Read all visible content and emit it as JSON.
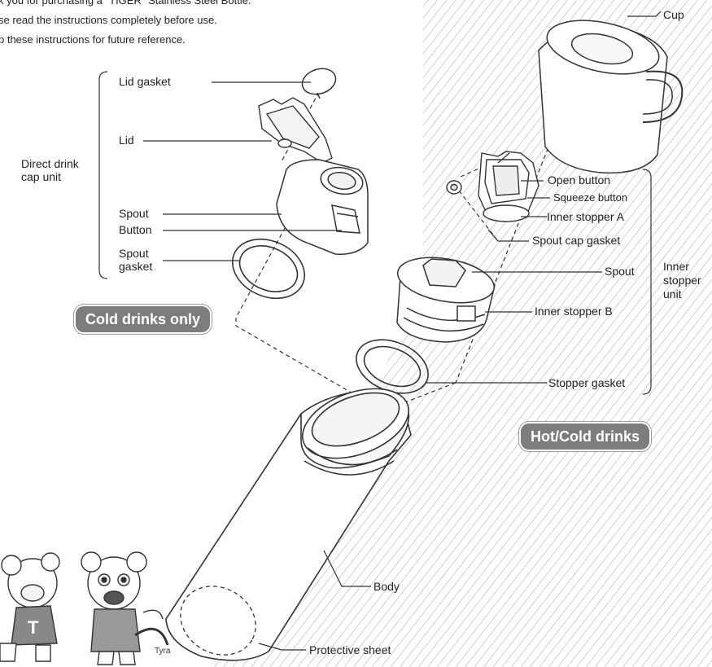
{
  "intro": [
    "k you for purchasing a \"TIGER\" Stainless Steel Bottle.",
    "se read the instructions completely before use.",
    "p these instructions for future reference."
  ],
  "labels": {
    "cup": "Cup",
    "lid_gasket": "Lid gasket",
    "lid": "Lid",
    "direct_drink_line1": "Direct drink",
    "direct_drink_line2": "cap unit",
    "spout_left": "Spout",
    "button": "Button",
    "spout_gasket_line1": "Spout",
    "spout_gasket_line2": "gasket",
    "open_button": "Open button",
    "squeeze_button": "Squeeze button",
    "inner_stopper_a": "Inner stopper A",
    "spout_cap_gasket": "Spout cap gasket",
    "spout_right": "Spout",
    "inner_stopper_b": "Inner stopper B",
    "stopper_gasket": "Stopper gasket",
    "inner_unit_line1": "Inner",
    "inner_unit_line2": "stopper",
    "inner_unit_line3": "unit",
    "body": "Body",
    "protective_sheet": "Protective sheet",
    "mascot_name": "Tyra"
  },
  "badges": {
    "cold_only": "Cold drinks only",
    "hot_cold": "Hot/Cold drinks"
  },
  "colors": {
    "badge_bg": "#7d7d7d",
    "stripe": "#d6d6d6",
    "line": "#333333"
  }
}
